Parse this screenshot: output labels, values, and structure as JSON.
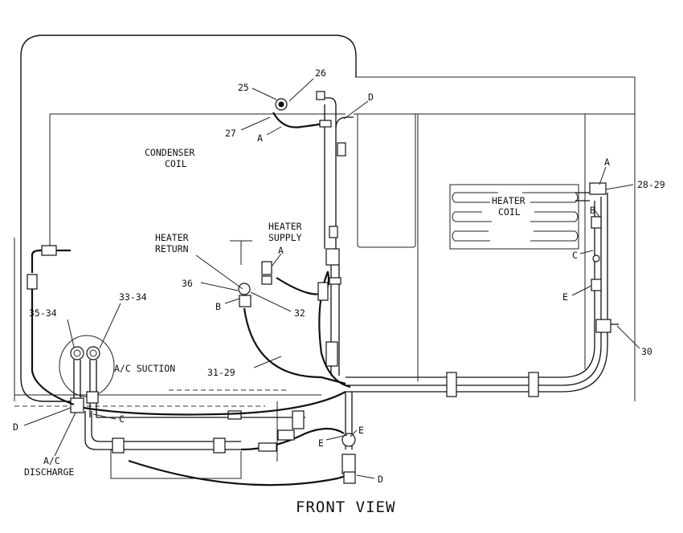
{
  "diagram": {
    "title": "FRONT VIEW",
    "labels": {
      "condenser_line1": "CONDENSER",
      "condenser_line2": "COIL",
      "heater_coil_line1": "HEATER",
      "heater_coil_line2": "COIL",
      "heater_return_line1": "HEATER",
      "heater_return_line2": "RETURN",
      "heater_supply_line1": "HEATER",
      "heater_supply_line2": "SUPPLY",
      "ac_suction": "A/C SUCTION",
      "ac_discharge_line1": "A/C",
      "ac_discharge_line2": "DISCHARGE"
    },
    "callouts": {
      "c25": "25",
      "c26": "26",
      "c27": "27",
      "cA_top": "A",
      "cD_top": "D",
      "c28_29": "28-29",
      "cA_right": "A",
      "cB_right": "B",
      "cC_right": "C",
      "cE_right": "E",
      "c30": "30",
      "cA_supply": "A",
      "c36": "36",
      "cB_left": "B",
      "c32": "32",
      "c35_34": "35-34",
      "c33_34": "33-34",
      "c31_29": "31-29",
      "cD_left": "D",
      "cC_left": "C",
      "cE_bottom": "E",
      "cE_bottom2": "E",
      "cD_bottom": "D"
    }
  }
}
